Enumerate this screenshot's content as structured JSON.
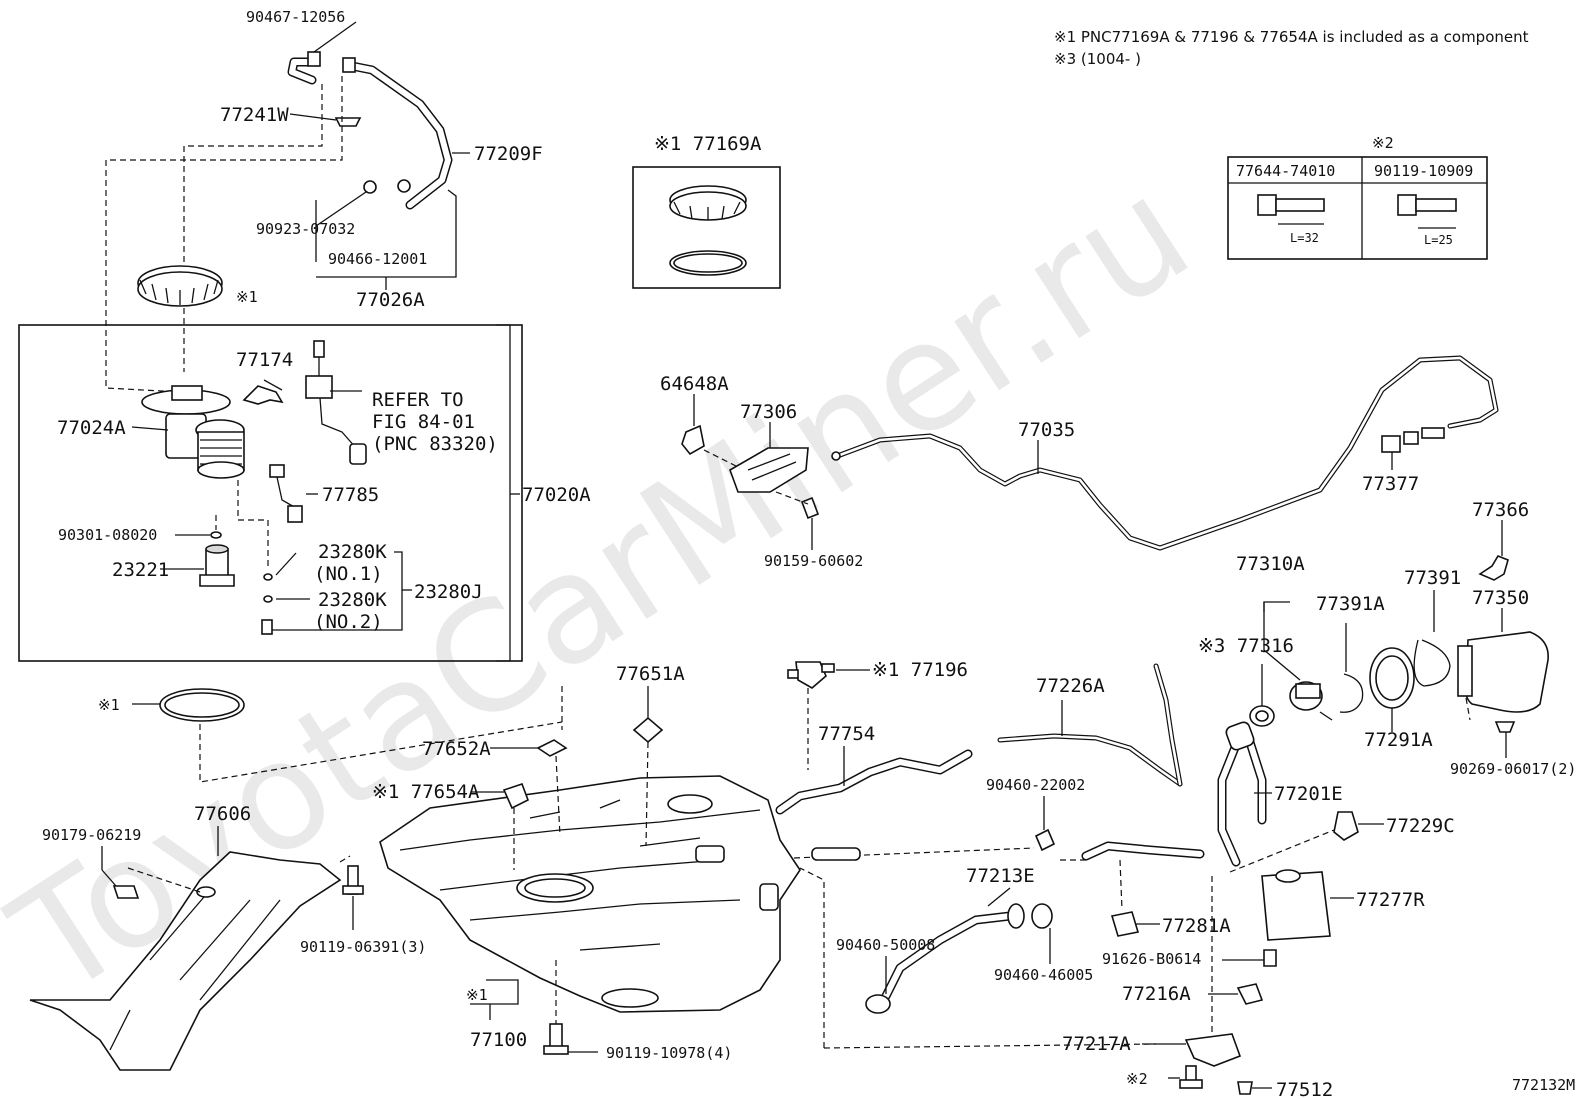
{
  "diagram": {
    "watermark": "ToyotaCarMiner.ru",
    "figure_code": "772132M",
    "notes": [
      "※1 PNC77169A & 77196 & 77654A is included as a component",
      "※3 (1004-      )"
    ],
    "refer_note": [
      "REFER TO",
      "FIG 84-01",
      "(PNC 83320)"
    ],
    "table": {
      "mark": "※2",
      "headers": [
        "77644-74010",
        "90119-10909"
      ],
      "lengths": [
        "L=32",
        "L=25"
      ]
    },
    "kit_box_label": "※1 77169A",
    "labels": {
      "p90467_12056": "90467-12056",
      "p77241W": "77241W",
      "p77209F": "77209F",
      "p90923_07032": "90923-07032",
      "p90466_12001": "90466-12001",
      "p77026A": "77026A",
      "mark_ring": "※1",
      "p77174": "77174",
      "p77024A": "77024A",
      "p77785": "77785",
      "p77020A": "77020A",
      "p90301_08020": "90301-08020",
      "p23221": "23221",
      "p23280K_1": "23280K",
      "no1": "(NO.1)",
      "p23280K_2": "23280K",
      "no2": "(NO.2)",
      "p23280J": "23280J",
      "p64648A": "64648A",
      "p77306": "77306",
      "p90159_60602": "90159-60602",
      "p77035": "77035",
      "p77377": "77377",
      "p77366": "77366",
      "p77350": "77350",
      "p77310A": "77310A",
      "p77391": "77391",
      "p77391A": "77391A",
      "p77316": "※3 77316",
      "p77291A": "77291A",
      "p90269_06017": "90269-06017(2)",
      "p77196": "※1 77196",
      "p77226A": "77226A",
      "p77651A": "77651A",
      "mark_oring": "※1",
      "p77754": "77754",
      "p77652A": "77652A",
      "p77654A": "※1 77654A",
      "p90460_22002": "90460-22002",
      "p77201E": "77201E",
      "p77229C": "77229C",
      "p77606": "77606",
      "p90179_06219": "90179-06219",
      "p90119_06391": "90119-06391(3)",
      "p77213E": "77213E",
      "p77277R": "77277R",
      "p77281A": "77281A",
      "p90460_50008": "90460-50008",
      "p91626_B0614": "91626-B0614",
      "p90460_46005": "90460-46005",
      "p77216A": "77216A",
      "mark_tank": "※1",
      "p77100": "77100",
      "p77217A": "77217A",
      "p90119_10978": "90119-10978(4)",
      "mark_bolt": "※2",
      "p77512": "77512"
    }
  }
}
